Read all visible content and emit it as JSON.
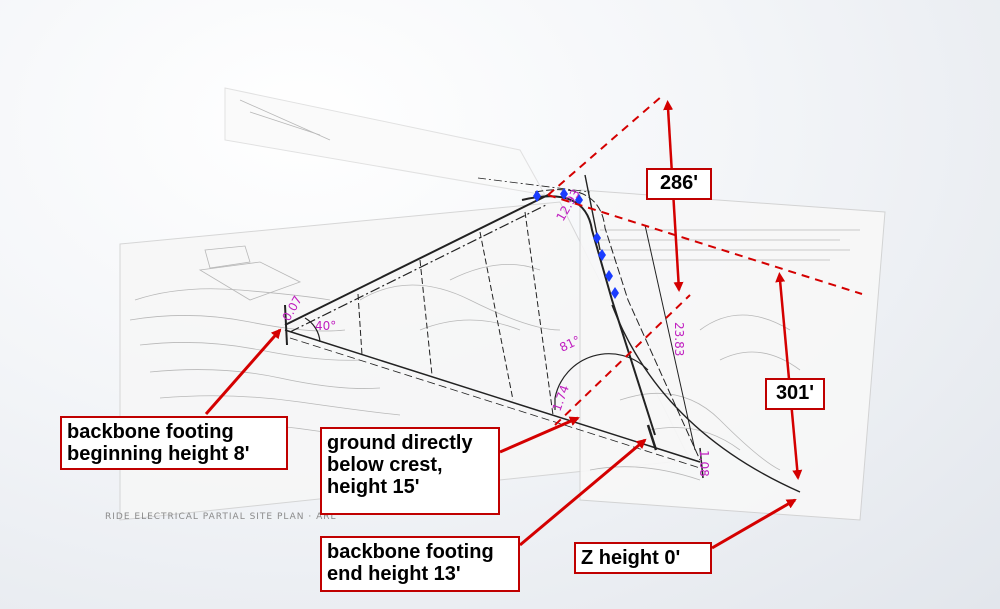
{
  "callouts": {
    "footing_begin": "backbone footing beginning height 8'",
    "ground_crest": "ground directly below crest, height 15'",
    "footing_end": "backbone footing end height 13'",
    "z_height": "Z height 0'"
  },
  "dimensions": {
    "top": "286'",
    "right": "301'"
  },
  "plan_labels": {
    "angle_start": "40°",
    "angle_mid": "81°",
    "len_start": "0.07",
    "len_crest": "12.93",
    "len_side": "23.83",
    "len_low": "1.74",
    "len_end": "1.08",
    "footer": "RIDE ELECTRICAL PARTIAL SITE PLAN · ARL"
  },
  "colors": {
    "annotation_red": "#d40000",
    "dimension_magenta": "#c020c0",
    "marker_blue": "#1a3cff"
  }
}
